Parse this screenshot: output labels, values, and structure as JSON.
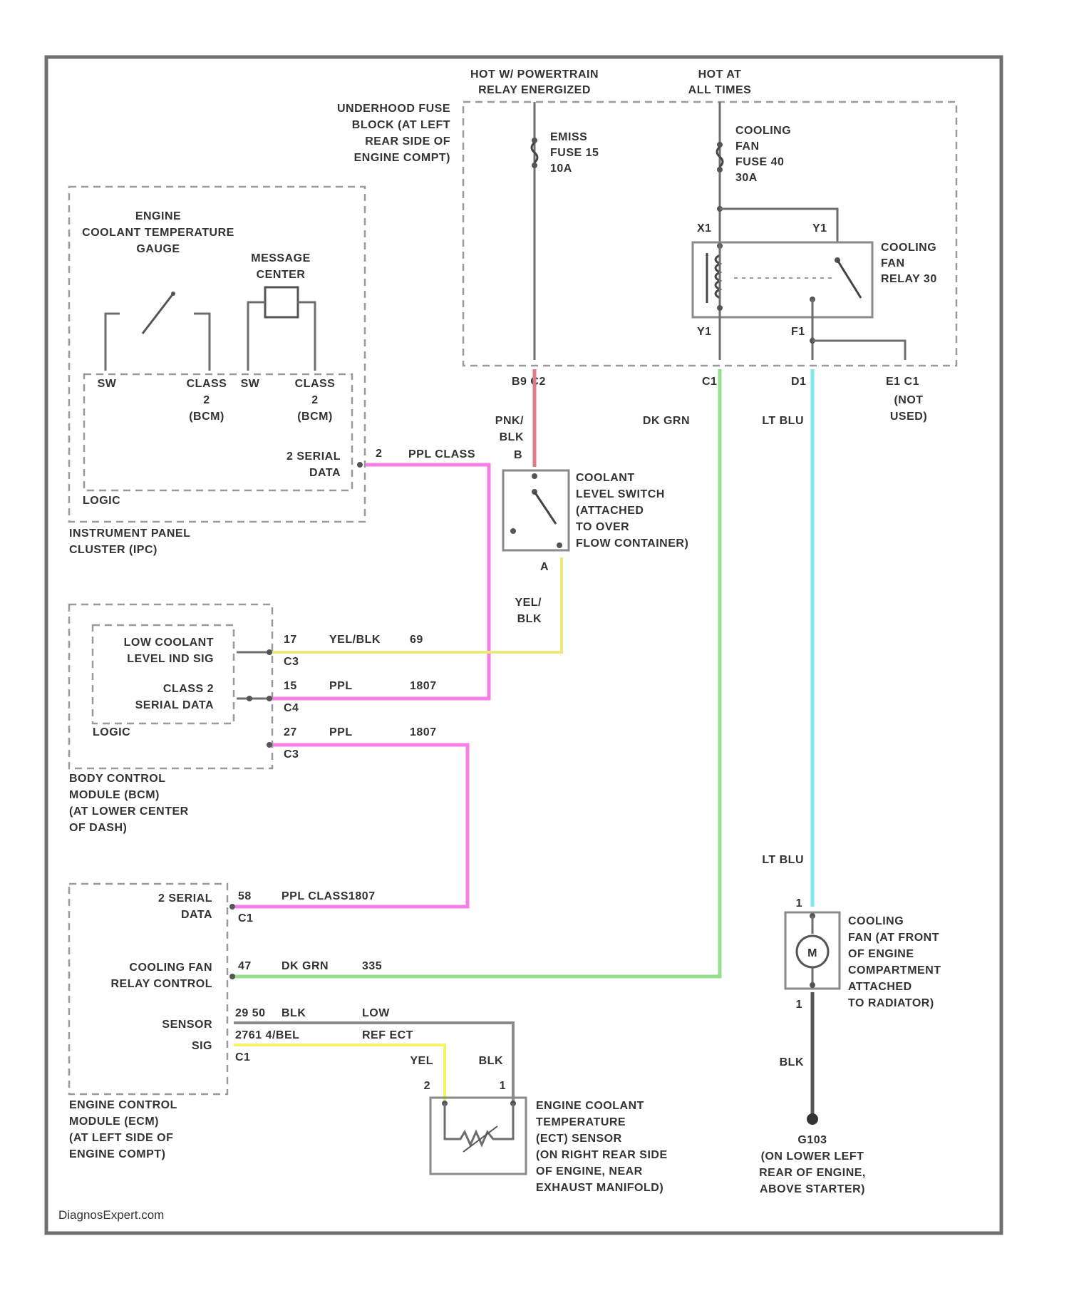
{
  "colors": {
    "pink": "#f57fe6",
    "red": "#e07a88",
    "green": "#96dd8e",
    "cyan": "#7fe7ef",
    "yellow": "#ece87a",
    "yellow_bright": "#f5f264",
    "gray": "#8a8a8a",
    "black": "#555555",
    "frame": "#6f6f6f"
  },
  "power": {
    "hot_powertrain_l1": "HOT W/ POWERTRAIN",
    "hot_powertrain_l2": "RELAY ENERGIZED",
    "hot_always_l1": "HOT AT",
    "hot_always_l2": "ALL TIMES"
  },
  "fuse_block": {
    "l1": "UNDERHOOD FUSE",
    "l2": "BLOCK (AT LEFT",
    "l3": "REAR SIDE OF",
    "l4": "ENGINE COMPT)"
  },
  "fuse_a": {
    "l1": "EMISS",
    "l2": "FUSE 15",
    "l3": "10A"
  },
  "fuse_b": {
    "l1": "COOLING",
    "l2": "FAN",
    "l3": "FUSE 40",
    "l4": "30A"
  },
  "relay": {
    "l1": "COOLING",
    "l2": "FAN",
    "l3": "RELAY 30",
    "pin_x1": "X1",
    "pin_y1_top": "Y1",
    "pin_y1_bot": "Y1",
    "pin_f1": "F1"
  },
  "connectors": {
    "b9_c2": "B9  C2",
    "c1": "C1",
    "d1": "D1",
    "e1_c1": "E1  C1",
    "not_used_l1": "(NOT",
    "not_used_l2": "USED)"
  },
  "wires": {
    "pnk_blk_l1": "PNK/",
    "pnk_blk_l2": "BLK",
    "dk_grn": "DK GRN",
    "lt_blu_top": "LT BLU",
    "lt_blu_bottom": "LT BLU",
    "ppl_class": "PPL CLASS",
    "yel_blk_l1": "YEL/",
    "yel_blk_l2": "BLK",
    "blk": "BLK"
  },
  "ipc": {
    "gauge_l1": "ENGINE",
    "gauge_l2": "COOLANT TEMPERATURE",
    "gauge_l3": "GAUGE",
    "msg_l1": "MESSAGE",
    "msg_l2": "CENTER",
    "sw1": "SW",
    "class2_a_l1": "CLASS",
    "class2_a_l2": "2",
    "class2_a_l3": "(BCM)",
    "sw2": "SW",
    "class2_b_l1": "CLASS",
    "class2_b_l2": "2",
    "class2_b_l3": "(BCM)",
    "serial_l1": "2 SERIAL",
    "serial_l2": "DATA",
    "pin": "2",
    "logic": "LOGIC",
    "title_l1": "INSTRUMENT PANEL",
    "title_l2": "CLUSTER (IPC)"
  },
  "level_switch": {
    "l1": "COOLANT",
    "l2": "LEVEL SWITCH",
    "l3": "(ATTACHED",
    "l4": "TO OVER",
    "l5": "FLOW CONTAINER)",
    "pin_b": "B",
    "pin_a": "A"
  },
  "bcm": {
    "low_l1": "LOW COOLANT",
    "low_l2": "LEVEL IND SIG",
    "class2_l1": "CLASS 2",
    "class2_l2": "SERIAL DATA",
    "logic": "LOGIC",
    "row1_pin": "17",
    "row1_wire": "YEL/BLK",
    "row1_circ": "69",
    "row1_conn": "C3",
    "row2_pin": "15",
    "row2_wire": "PPL",
    "row2_circ": "1807",
    "row2_conn": "C4",
    "row3_pin": "27",
    "row3_wire": "PPL",
    "row3_circ": "1807",
    "row3_conn": "C3",
    "title_l1": "BODY CONTROL",
    "title_l2": "MODULE (BCM)",
    "title_l3": "(AT LOWER CENTER",
    "title_l4": "OF DASH)"
  },
  "ecm": {
    "serial_l1": "2 SERIAL",
    "serial_l2": "DATA",
    "serial_pin": "58",
    "serial_wire": "PPL CLASS1807",
    "serial_conn": "C1",
    "fan_l1": "COOLING FAN",
    "fan_l2": "RELAY CONTROL",
    "fan_pin": "47",
    "fan_wire": "DK GRN",
    "fan_circ": "335",
    "sensor_l1": "SENSOR",
    "sensor_l2": "SIG",
    "sensor_pin_a": "29 50",
    "sensor_wire_a": "BLK",
    "sensor_low": "LOW",
    "sensor_pin_b": "2761 4/BEL",
    "sensor_ref": "REF ECT",
    "sensor_conn": "C1",
    "title_l1": "ENGINE CONTROL",
    "title_l2": "MODULE (ECM)",
    "title_l3": "(AT LEFT SIDE OF",
    "title_l4": "ENGINE COMPT)"
  },
  "ect": {
    "wire_yel": "YEL",
    "wire_blk": "BLK",
    "pin_2": "2",
    "pin_1": "1",
    "l1": "ENGINE COOLANT",
    "l2": "TEMPERATURE",
    "l3": "(ECT) SENSOR",
    "l4": "(ON RIGHT REAR SIDE",
    "l5": "OF ENGINE, NEAR",
    "l6": "EXHAUST MANIFOLD)"
  },
  "fan_motor": {
    "m": "M",
    "pin_top": "1",
    "pin_bot": "1",
    "l1": "COOLING",
    "l2": "FAN (AT FRONT",
    "l3": "OF ENGINE",
    "l4": "COMPARTMENT",
    "l5": "ATTACHED",
    "l6": "TO RADIATOR)"
  },
  "ground": {
    "l1": "G103",
    "l2": "(ON LOWER LEFT",
    "l3": "REAR OF ENGINE,",
    "l4": "ABOVE STARTER)"
  },
  "watermark": "DiagnosExpert.com"
}
